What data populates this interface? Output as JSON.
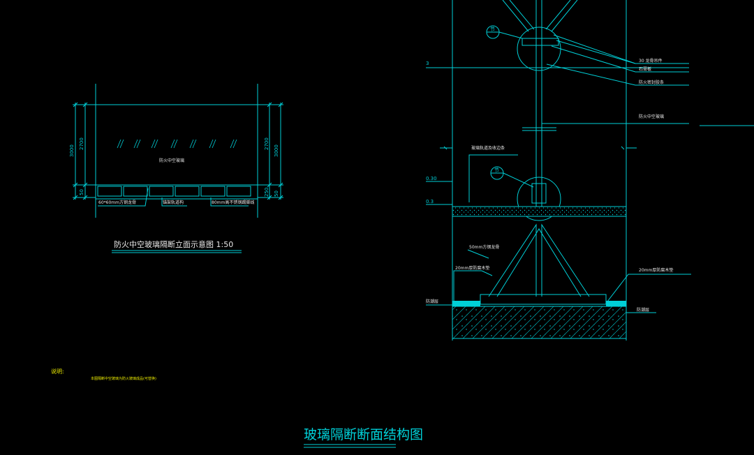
{
  "colors": {
    "line": "#00d0d8",
    "background": "#000000",
    "note": "#e8e800",
    "text": "#e8e8e8"
  },
  "elevation": {
    "dims_left": [
      "3000",
      "2700",
      "50"
    ],
    "dims_right": [
      "2700",
      "3000",
      "250",
      "50"
    ],
    "glass_label": "防火中空玻璃",
    "bottom_labels": [
      "60*60mm方钢龙骨",
      "锚架轨道构",
      "80mm高不锈钢踢脚线"
    ],
    "title": "防火中空玻璃隔断立面示意图 1:50"
  },
  "section": {
    "levels": [
      "3",
      "0.30",
      "0.3"
    ],
    "callout_upper": "节",
    "callout_lower": "节",
    "labels_right": [
      "30 龙骨吊件",
      "石膏板",
      "防火密封胶条",
      "防火中空玻璃",
      "20mm厚防腐木垫",
      "防潮层"
    ],
    "labels_left": [
      "玻璃轨道及收边条",
      "50mm方钢龙骨",
      "20mm厚防腐木垫",
      "防潮层"
    ]
  },
  "notes": {
    "heading": "说明:",
    "body": "本图隔断中空玻璃为防火玻璃成品(可替换)"
  },
  "main_title": "玻璃隔断断面结构图"
}
